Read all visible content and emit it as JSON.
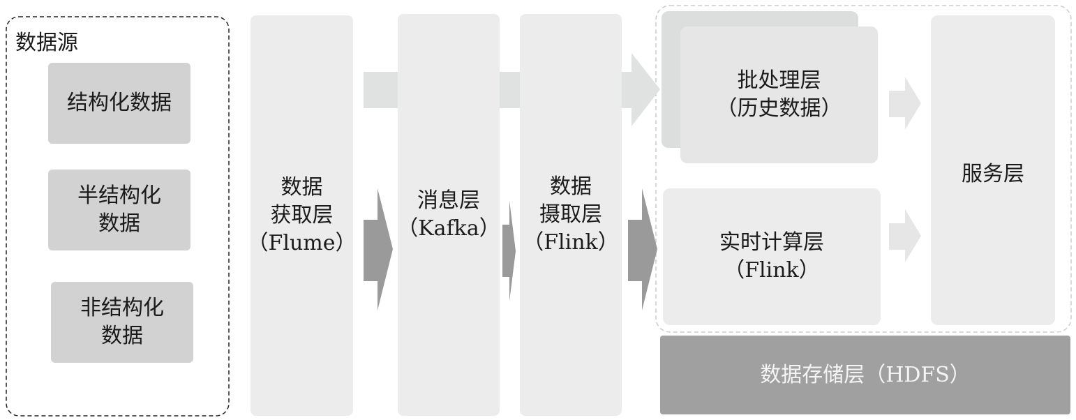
{
  "source": {
    "title": "数据源",
    "items": [
      [
        "结构化数据"
      ],
      [
        "半结构化",
        "数据"
      ],
      [
        "非结构化",
        "数据"
      ]
    ]
  },
  "layers": {
    "acquisition": [
      "数据",
      "获取层",
      "（Flume）"
    ],
    "message": [
      "消息层",
      "（Kafka）"
    ],
    "ingestion": [
      "数据",
      "摄取层",
      "（Flink）"
    ],
    "batch": [
      "批处理层",
      "（历史数据）"
    ],
    "realtime": [
      "实时计算层",
      "（Flink）"
    ],
    "service": [
      "服务层"
    ],
    "storage": "数据存储层（HDFS）"
  },
  "colors": {
    "light_arrow": "#e0e1e1",
    "dark_arrow": "#9a9a9a",
    "storage": "#a0a0a0"
  }
}
